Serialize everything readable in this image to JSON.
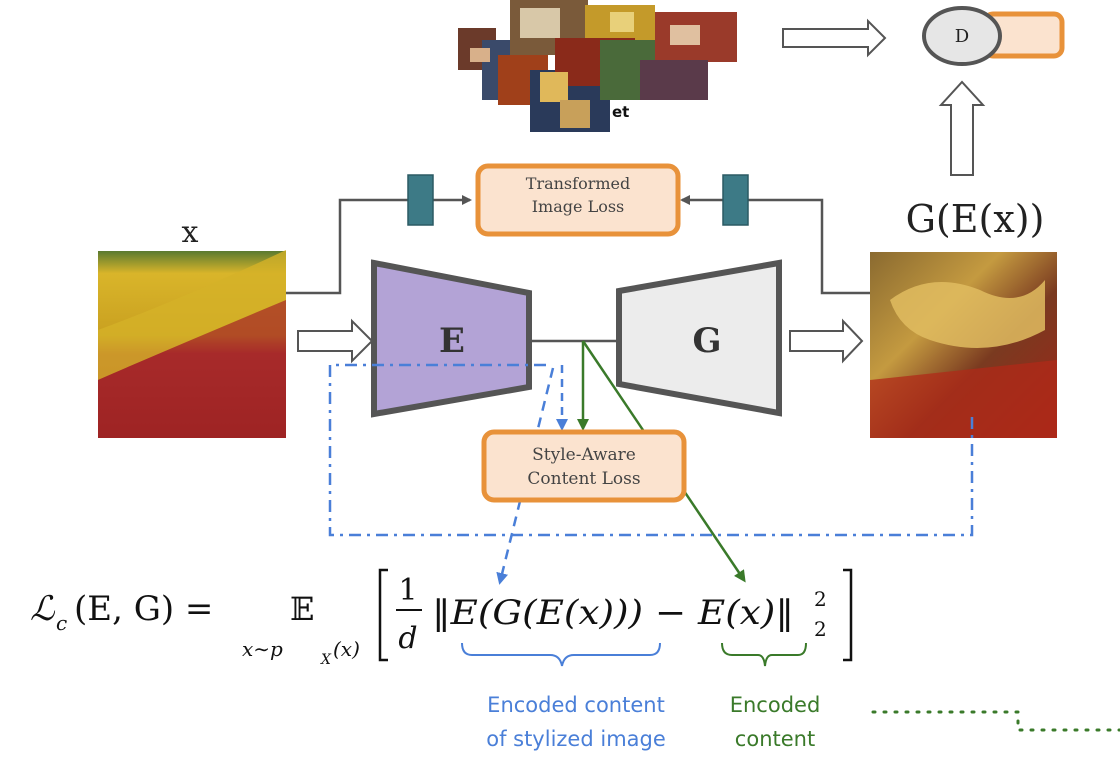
{
  "input_label": "x",
  "output_label": "G(E(x))",
  "encoder": {
    "label": "E"
  },
  "generator": {
    "label": "G"
  },
  "discriminator": {
    "label": "D"
  },
  "style_collage": {
    "fragment_text": "et"
  },
  "losses": {
    "transformed_line1": "Transformed",
    "transformed_line2": "Image Loss",
    "style_aware_line1": "Style-Aware",
    "style_aware_line2": "Content Loss"
  },
  "formula": {
    "lhs": "ℒ",
    "lhs_sub": "c",
    "lhs_args": "(E, G) =",
    "expect": "𝔼",
    "expect_sub": "x∼p",
    "expect_sub_x": "X",
    "expect_sub_tail": "(x)",
    "frac_num": "1",
    "frac_den": "d",
    "norm_body": "‖E(G(E(x))) − E(x)‖",
    "sup": "2",
    "sub": "2"
  },
  "annotations": {
    "stylized_line1": "Encoded content",
    "stylized_line2": "of stylized image",
    "content_line1": "Encoded",
    "content_line2": "content"
  },
  "colors": {
    "orange": "#e8923a",
    "orange_fill": "#fbe3cf",
    "encoder_fill": "#b3a3d6",
    "generator_fill": "#ececec",
    "teal": "#3d7a86",
    "blue": "#4a7fd8",
    "green": "#3a7a2a"
  }
}
